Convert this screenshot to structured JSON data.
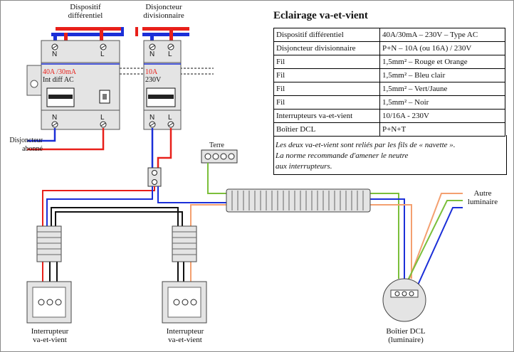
{
  "devices": {
    "differential": {
      "label_line1": "Dispositif",
      "label_line2": "différentiel",
      "rating": "40A /30mA",
      "type": "Int diff AC",
      "n_top": "N",
      "l_top": "L",
      "n_bottom": "N",
      "l_bottom": "L"
    },
    "breaker": {
      "label_line1": "Disjoncteur",
      "label_line2": "divisionnaire",
      "rating": "10A",
      "voltage": "230V",
      "n_top": "N",
      "l_top": "L",
      "n_bottom": "N",
      "l_bottom": "L"
    }
  },
  "labels": {
    "subscriber_line1": "Disjoncteur",
    "subscriber_line2": "abonné",
    "earth": "Terre",
    "other_light_line1": "Autre",
    "other_light_line2": "luminaire",
    "switch1_line1": "Interrupteur",
    "switch1_line2": "va-et-vient",
    "switch2_line1": "Interrupteur",
    "switch2_line2": "va-et-vient",
    "dcl_line1": "Boîtier DCL",
    "dcl_line2": "(luminaire)"
  },
  "spec": {
    "title": "Eclairage va-et-vient",
    "rows": [
      [
        "Dispositif différentiel",
        "40A/30mA – 230V  – Type AC"
      ],
      [
        "Disjoncteur divisionnaire",
        "P+N – 10A (ou 16A) / 230V"
      ],
      [
        "Fil",
        "1,5mm² – Rouge et Orange"
      ],
      [
        "Fil",
        "1,5mm² – Bleu clair"
      ],
      [
        "Fil",
        "1,5mm² – Vert/Jaune"
      ],
      [
        "Fil",
        "1,5mm² – Noir"
      ],
      [
        "Interrupteurs va-et-vient",
        "10/16A - 230V"
      ],
      [
        "Boîtier DCL",
        "P+N+T"
      ]
    ],
    "note_line1": "Les deux va-et-vient sont reliés par les fils de « navette ».",
    "note_line2": "La norme recommande d'amener le neutre",
    "note_line3": "aux interrupteurs."
  },
  "colors": {
    "phase": "#e8201a",
    "neutral": "#1b2fd8",
    "earth": "#7bbf3a",
    "traveller": "#f4a070",
    "return": "#111111",
    "device_fill": "#e4e4e4",
    "device_stroke": "#555555"
  }
}
